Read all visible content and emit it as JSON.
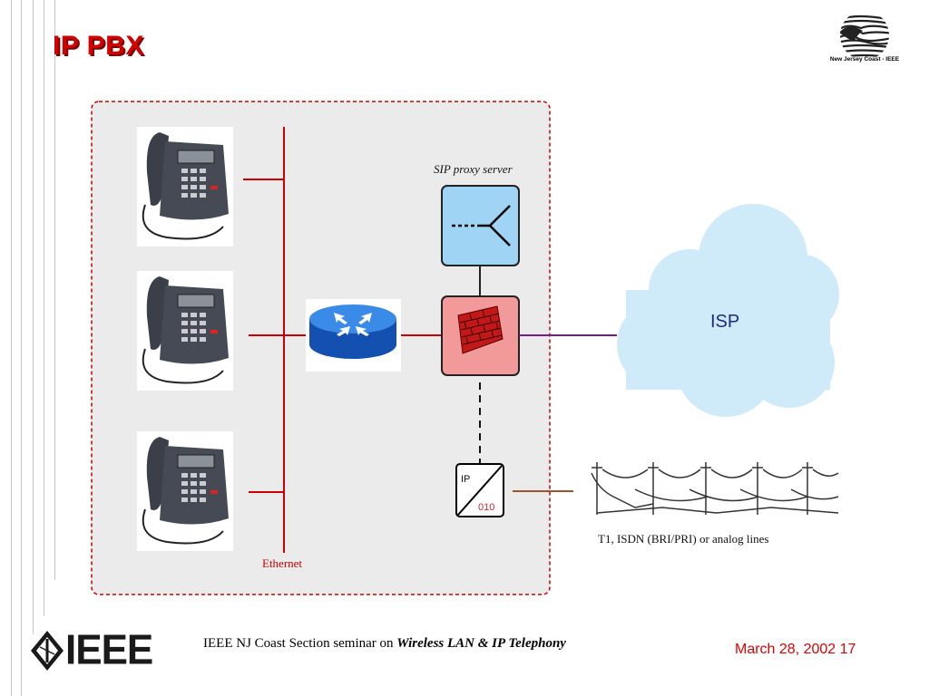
{
  "slide": {
    "title": "IP PBX",
    "corner_logo_text": "New Jersey Coast - IEEE"
  },
  "diagram": {
    "sip_proxy_label": "SIP proxy server",
    "ethernet_label": "Ethernet",
    "cloud_label": "ISP",
    "gateway_top": "IP",
    "gateway_bottom": "010",
    "lines_label": "T1, ISDN (BRI/PRI) or analog lines"
  },
  "footer": {
    "seminar_prefix": "IEEE NJ Coast Section seminar on ",
    "seminar_topic": "Wireless LAN & IP Telephony",
    "date_page": "March 28, 2002 17",
    "ieee_logo_text": "IEEE"
  },
  "colors": {
    "title_red": "#d40000",
    "ethernet_red": "#cc0000",
    "proxy_blue": "#9fd4f5",
    "firewall_pink": "#f29a9a",
    "isp_link_purple": "#7a1a8a",
    "pstn_link_brown": "#a0522d",
    "cloud": "#cfeaf9",
    "router_blue": "#1f6fd6"
  }
}
